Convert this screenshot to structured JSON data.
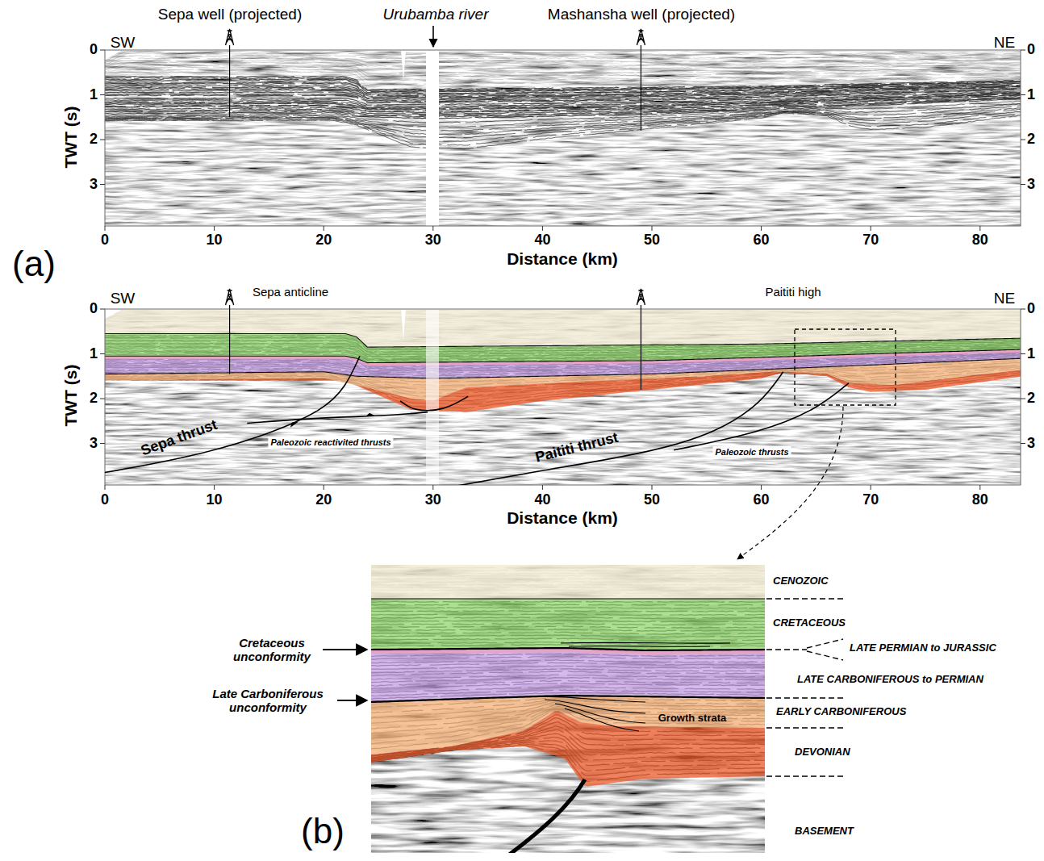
{
  "diagram": {
    "labels": [
      "Sepa well (projected)",
      "Urubamba river",
      "Mashansha well (projected)",
      "SW",
      "NE",
      "0",
      "1",
      "2",
      "3",
      "0",
      "1",
      "2",
      "3",
      "TWT (s)",
      "0",
      "10",
      "20",
      "30",
      "40",
      "50",
      "60",
      "70",
      "80",
      "Distance (km)",
      "(a)",
      "SW",
      "Sepa anticline",
      "Paititi high",
      "NE",
      "0",
      "1",
      "2",
      "3",
      "0",
      "1",
      "2",
      "3",
      "TWT (s)",
      "Sepa thrust",
      "Paleozoic reactivited thrusts",
      "Paititi thrust",
      "Paleozoic thrusts",
      "0",
      "10",
      "20",
      "30",
      "40",
      "50",
      "60",
      "70",
      "80",
      "Distance (km)",
      "CENOZOIC",
      "CRETACEOUS",
      "Cretaceous unconformity",
      "LATE PERMIAN to JURASSIC",
      "LATE CARBONIFEROUS to PERMIAN",
      "Late Carboniferous unconformity",
      "Growth strata",
      "EARLY CARBONIFEROUS",
      "DEVONIAN",
      "BASEMENT",
      "(b)"
    ]
  }
}
